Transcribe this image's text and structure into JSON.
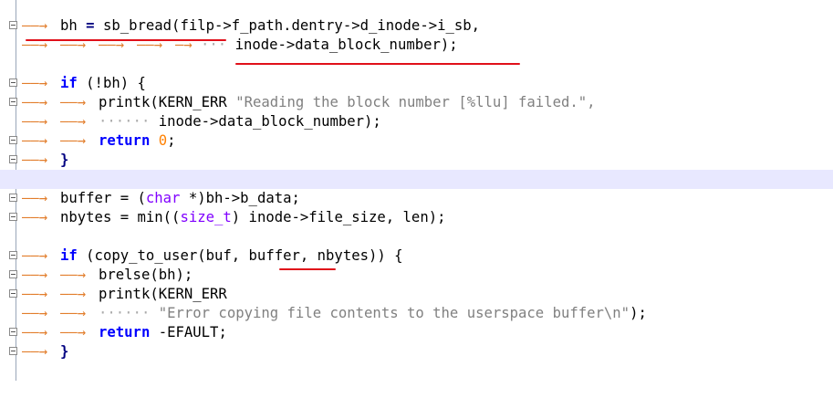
{
  "lines": [
    {
      "id": "l1",
      "tokens": [
        "bh",
        " = ",
        "sb_bread(filp->f_path.dentry->d_inode->i_sb,"
      ]
    },
    {
      "id": "l2",
      "tokens": [
        "inode->data_block_number);"
      ]
    },
    {
      "id": "l3",
      "tokens": [
        "if",
        " (!bh) {"
      ]
    },
    {
      "id": "l4",
      "tokens": [
        "printk(KERN_ERR ",
        "\"Reading the block number [%llu] failed.\","
      ]
    },
    {
      "id": "l5",
      "tokens": [
        "inode->data_block_number);"
      ]
    },
    {
      "id": "l6",
      "tokens": [
        "return",
        " ",
        "0",
        ";"
      ]
    },
    {
      "id": "l7",
      "tokens": [
        "}"
      ]
    },
    {
      "id": "l8",
      "tokens": []
    },
    {
      "id": "l9",
      "tokens": [
        "buffer = (",
        "char",
        " *)bh->b_data;"
      ]
    },
    {
      "id": "l10",
      "tokens": [
        "nbytes = min((",
        "size_t",
        ") inode->file_size, len);"
      ]
    },
    {
      "id": "l11",
      "tokens": []
    },
    {
      "id": "l12",
      "tokens": [
        "if",
        " (copy_to_user(buf, buffer, nbytes)) {"
      ]
    },
    {
      "id": "l13",
      "tokens": [
        "brelse(bh);"
      ]
    },
    {
      "id": "l14",
      "tokens": [
        "printk(KERN_ERR"
      ]
    },
    {
      "id": "l15",
      "tokens": [
        "\"Error copying file contents to the userspace buffer\\n\"",
        ");"
      ]
    },
    {
      "id": "l16",
      "tokens": [
        "return",
        " -EFAULT;"
      ]
    },
    {
      "id": "l17",
      "tokens": [
        "}"
      ]
    }
  ],
  "colors": {
    "keyword": "#0000ff",
    "string": "#808080",
    "number": "#ff8000",
    "type": "#8000ff",
    "tab_arrow": "#e27d2b",
    "annotation": "#e0101a",
    "current_line": "#e8e8ff"
  }
}
